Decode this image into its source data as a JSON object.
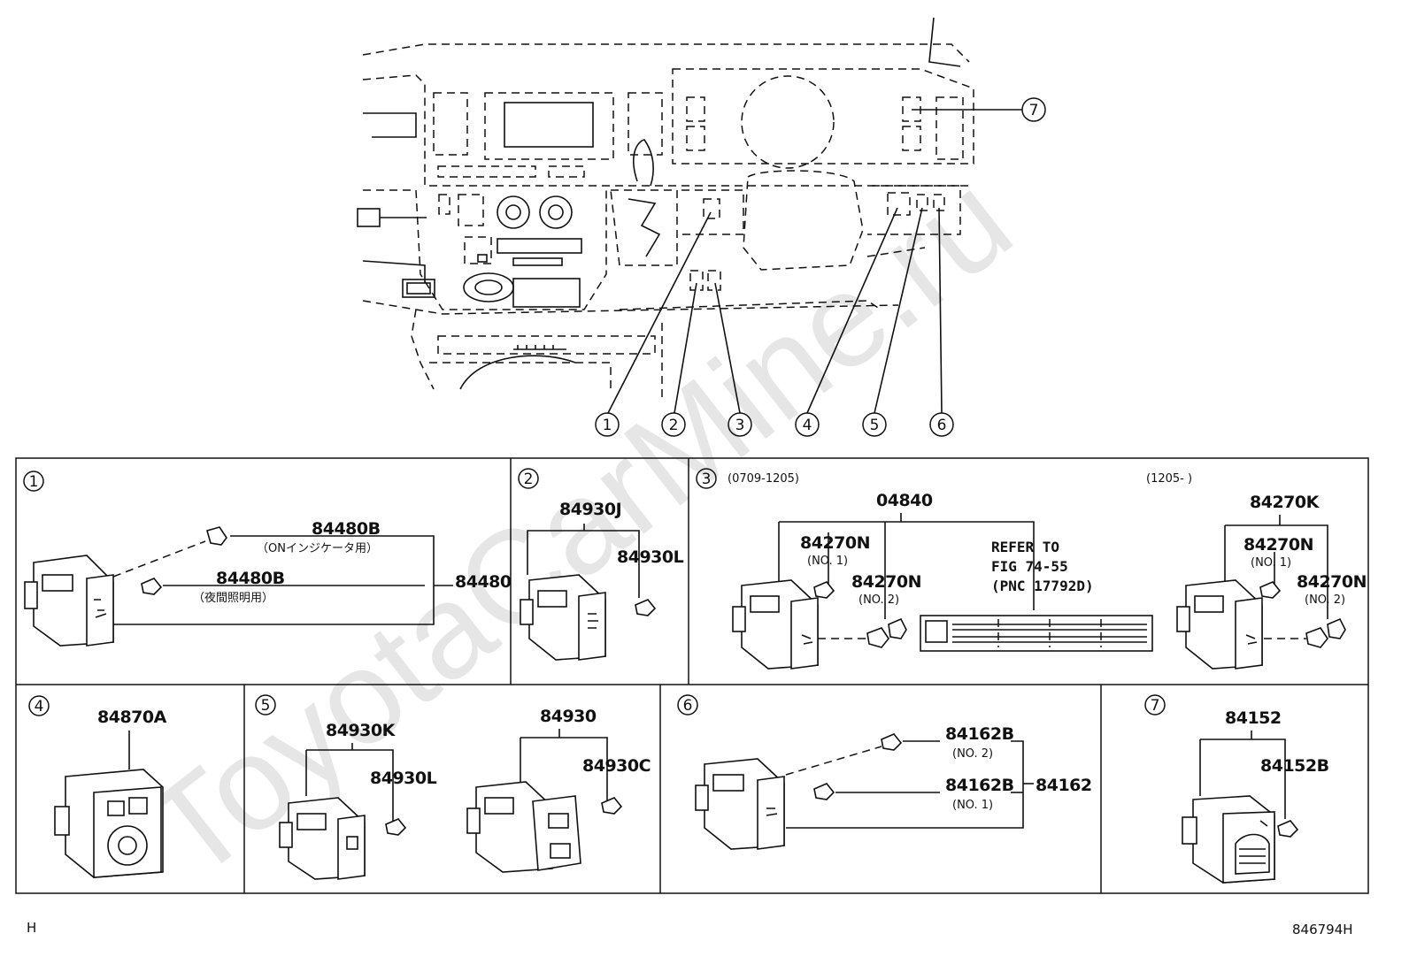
{
  "watermark": "ToyotaCarMine.ru",
  "overview_callouts": [
    "1",
    "2",
    "3",
    "4",
    "5",
    "6",
    "7"
  ],
  "panels": [
    {
      "num": "1",
      "labels": {
        "a": "84480B",
        "a_note": "（ONインジケータ用）",
        "b": "84480B",
        "b_note": "（夜間照明用）",
        "assy": "84480"
      }
    },
    {
      "num": "2",
      "labels": {
        "a": "84930J",
        "b": "84930L"
      }
    },
    {
      "num": "3",
      "date_a": "(0709-1205)",
      "date_b": "(1205-      )",
      "labels": {
        "assy": "04840",
        "a": "84270N",
        "a_note": "(NO. 1)",
        "b": "84270N",
        "b_note": "(NO. 2)",
        "ref1": "REFER TO",
        "ref2": "FIG 74-55",
        "ref3": "(PNC 17792D)",
        "c": "84270K",
        "d": "84270N",
        "d_note": "(NO. 1)",
        "e": "84270N",
        "e_note": "(NO. 2)"
      }
    },
    {
      "num": "4",
      "labels": {
        "a": "84870A"
      }
    },
    {
      "num": "5",
      "labels": {
        "a": "84930K",
        "b": "84930L",
        "c": "84930",
        "d": "84930C"
      }
    },
    {
      "num": "6",
      "labels": {
        "a": "84162B",
        "a_note": "(NO. 2)",
        "b": "84162B",
        "b_note": "(NO. 1)",
        "assy": "84162"
      }
    },
    {
      "num": "7",
      "labels": {
        "a": "84152",
        "b": "84152B"
      }
    }
  ],
  "footer": {
    "left": "H",
    "right": "846794H"
  }
}
